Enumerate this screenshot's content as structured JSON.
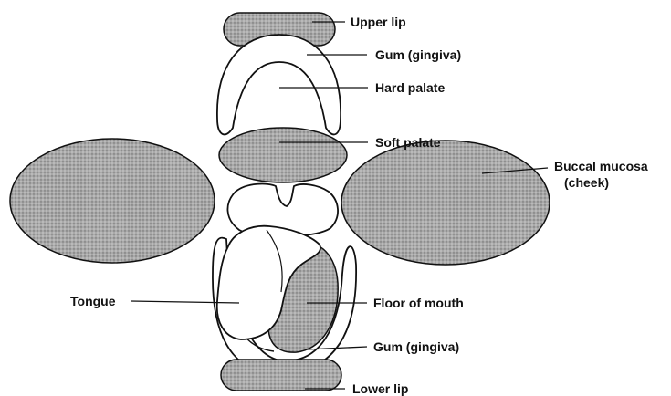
{
  "labels": {
    "upper_lip": "Upper lip",
    "gum_upper": "Gum (gingiva)",
    "hard_palate": "Hard palate",
    "soft_palate": "Soft palate",
    "buccal_mucosa_line1": "Buccal mucosa",
    "buccal_mucosa_line2": "(cheek)",
    "tongue": "Tongue",
    "floor_of_mouth": "Floor of mouth",
    "gum_lower": "Gum (gingiva)",
    "lower_lip": "Lower lip"
  },
  "colors": {
    "mucosa_fill": "#a9a9a9",
    "outline": "#111111",
    "background": "#ffffff"
  }
}
